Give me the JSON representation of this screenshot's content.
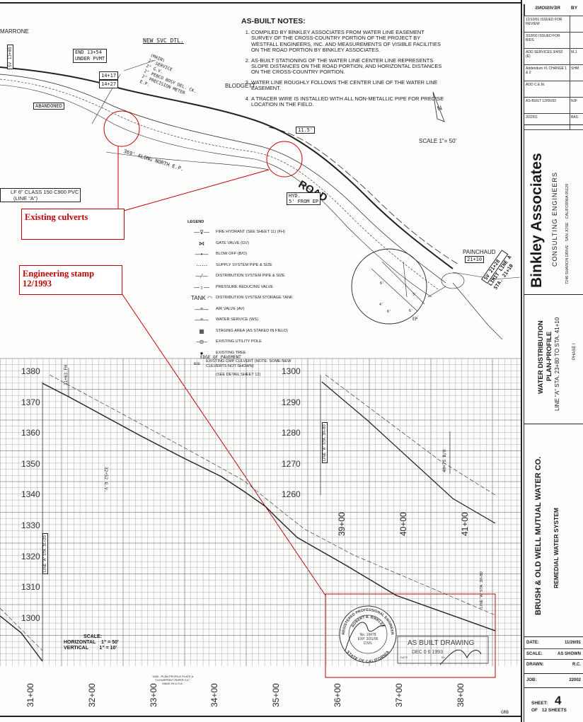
{
  "as_built_notes": {
    "title": "AS-BUILT NOTES:",
    "items": [
      "COMPILED BY BINKLEY ASSOCIATES FROM WATER LINE EASEMENT SURVEY OF THE CROSS-COUNTRY PORTION OF THE PROJECT BY WESTFALL ENGINEERS, INC. AND MEASUREMENTS OF VISIBLE FACILITIES ON THE ROAD PORTION BY BINKLEY ASSOCIATES.",
      "AS-BUILT STATIONING OF THE WATER LINE CENTER LINE REPRESENTS SLOPE DISTANCES ON THE ROAD PORTION, AND HORIZONTAL DISTANCES ON THE CROSS-COUNTRY PORTION.",
      "WATER LINE ROUGHLY FOLLOWS THE CENTER LINE OF THE WATER LINE EASEMENT.",
      "A TRACER WIRE IS INSTALLED WITH ALL NON-METALLIC PIPE FOR PRECISE LOCATION IN THE FIELD."
    ]
  },
  "plan": {
    "owners": [
      "MARRONE",
      "BLODGETT",
      "PAINCHAUD"
    ],
    "road_label": "ROAD",
    "scale": "SCALE 1\"= 50'",
    "north": "N",
    "callouts": {
      "end": "END 13+54",
      "under": "UNDER PVMT",
      "sta1": "14+17",
      "sta2": "14+27",
      "abandoned": "ABANDONED",
      "new_svc": "NEW SVC DTL.",
      "svc_items": [
        "(MAIN)",
        "6\"",
        "G.V.",
        "2\" SERVICE",
        "2\" G.V.",
        "2\" PEBCO BOSY DEL. CK.",
        "2\" PRECISION METER",
        "2\" G.V.",
        "E.P."
      ],
      "along": "369' ALONG NORTH E.P.",
      "dist": "11.5'",
      "hyd": "HYD.",
      "hyd_offset": "5' FROM EP",
      "pipe": "LF 6\" CLASS 150 C900 PVC",
      "pipe_line": "(LINE \"A\")",
      "painchaud_sta": "21+10",
      "limit1": "SV 21+28",
      "limit2": "LIMIT LINE A",
      "limit3": "STA. 21+10",
      "sta_vert": "SV 13+05",
      "detail_ep": "EP",
      "detail_dims": [
        "6'",
        "3'",
        "4'",
        "6'",
        "6'"
      ]
    }
  },
  "annotations": {
    "culverts": "Existing culverts",
    "stamp_line1": "Engineering stamp",
    "stamp_line2": "12/1993",
    "color": "#c00000"
  },
  "legend": {
    "title": "LEGEND",
    "items": [
      {
        "sym": "—⊽—",
        "label": "FIRE HYDRANT (SEE SHEET 11) (FH)"
      },
      {
        "sym": "⋈",
        "label": "GATE VALVE (GV)"
      },
      {
        "sym": "—•—",
        "label": "BLOW OFF (B/O)"
      },
      {
        "sym": "⋯⋯",
        "label": "SUPPLY SYSTEM PIPE & SIZE"
      },
      {
        "sym": "—⁄—",
        "label": "DISTRIBUTION SYSTEM PIPE & SIZE"
      },
      {
        "sym": "—♁—",
        "label": "PRESSURE REDUCING VALVE"
      },
      {
        "sym": "TANK ◠",
        "label": "DISTRIBUTION SYSTEM STORAGE TANK"
      },
      {
        "sym": "—ᵠ—",
        "label": "AIR VALVE (AV)"
      },
      {
        "sym": "—ᵠ—",
        "label": "WATER SERVICE (WS)"
      },
      {
        "sym": "▦",
        "label": "STAGING AREA (AS STAKED IN FIELD)"
      },
      {
        "sym": "–⊖–",
        "label": "EXISTING UTILITY POLE"
      },
      {
        "sym": "●",
        "label": "EXISTING TREE"
      },
      {
        "sym": "≡≡",
        "label": "EXISTING CMP CULVERT (NOTE: SOME NEW CULVERTS NOT SHOWN)"
      },
      {
        "sym": "",
        "label": "(SEE DETAIL SHEET 12)"
      },
      {
        "sym": "EP",
        "label": "EDGE OF PAVEMENT"
      }
    ]
  },
  "profile": {
    "elev_left": [
      "1380",
      "1370",
      "1360",
      "1350",
      "1340",
      "1330",
      "1320",
      "1310",
      "1300"
    ],
    "elev_right": [
      "1300",
      "1290",
      "1280",
      "1270",
      "1260"
    ],
    "stations": [
      "31+00",
      "32+00",
      "33+00",
      "34+00",
      "35+00",
      "36+00",
      "37+00",
      "38+00"
    ],
    "inner_stations": [
      "39+00",
      "40+00",
      "41+00"
    ],
    "line_a_left": "LINE \"A\" STA. 31+20",
    "line_a_right": "LINE \"A\" STA. 39+80",
    "line_a_end": "LINE \"A\" STA. 39+80",
    "fh_note": "31+63 FH",
    "gv_note": "32+52 G.V.",
    "bo_note": "40+75 B/O",
    "scale_title": "SCALE:",
    "scale_h": "HORIZONTAL    1\" = 50'",
    "scale_v": "VERTICAL        1\" = 10'",
    "paper": "1265 - PLAN PROFILE PLATE A",
    "paper2": "\"CLEARPRINT PAPER CO.\"",
    "paper3": "MADE IN U.S.A."
  },
  "stamp": {
    "seal_top": "REGISTERED PROFESSIONAL ENGINEER",
    "seal_name": "ROBERT B. BINKLEY",
    "seal_no": "No. 19478",
    "seal_exp": "EXP. 3/31/95",
    "seal_type": "CIVIL",
    "seal_bottom": "STATE OF CALIFORNIA",
    "as_built": "AS BUILT DRAWING",
    "date_label": "DATE",
    "date": "DEC 0 6 1993",
    "by_label": "BY"
  },
  "title_block": {
    "revisions_title": "REVISIONS",
    "by_header": "BY",
    "revisions": [
      {
        "desc": "12/10/91 ISSUED FOR REVIEW",
        "by": ""
      },
      {
        "desc": "3/18/92 ISSUED FOR BIDS",
        "by": ""
      },
      {
        "desc": "ADD SERVICES 3/4/92 (E)",
        "by": "M.J."
      },
      {
        "desc": "Addendum #1 CHANGE 1 & 2",
        "by": "SHM"
      },
      {
        "desc": "ADD C.E.M.",
        "by": ""
      },
      {
        "desc": "AS-BUILT 12/06/93",
        "by": "NJF"
      },
      {
        "desc": "3/22/01",
        "by": "BAS"
      }
    ],
    "firm": "Binkley Associates",
    "firm_sub": "CONSULTING ENGINEERS",
    "firm_addr": "7246 SHARON DRIVE · SAN JOSE · CALIFORNIA 95129",
    "sheet_title1": "WATER DISTRIBUTION",
    "sheet_title2": "PLAN-PROFILE",
    "sheet_title3": "LINE \"A\" STA. 23+80 TO STA. 41+10",
    "phase": "PHASE I",
    "client": "BRUSH & OLD WELL MUTUAL WATER CO.",
    "project": "REMEDIAL WATER SYSTEM",
    "date_label": "DATE:",
    "date": "11/26/91",
    "scale_label": "SCALE:",
    "scale": "AS SHOWN",
    "drawn_label": "DRAWN:",
    "drawn": "R.C.",
    "job_label": "JOB:",
    "job": "22002",
    "sheet_label": "SHEET:",
    "sheet": "4",
    "of_label": "OF",
    "of": "12 SHEETS"
  },
  "initials": "GRB"
}
